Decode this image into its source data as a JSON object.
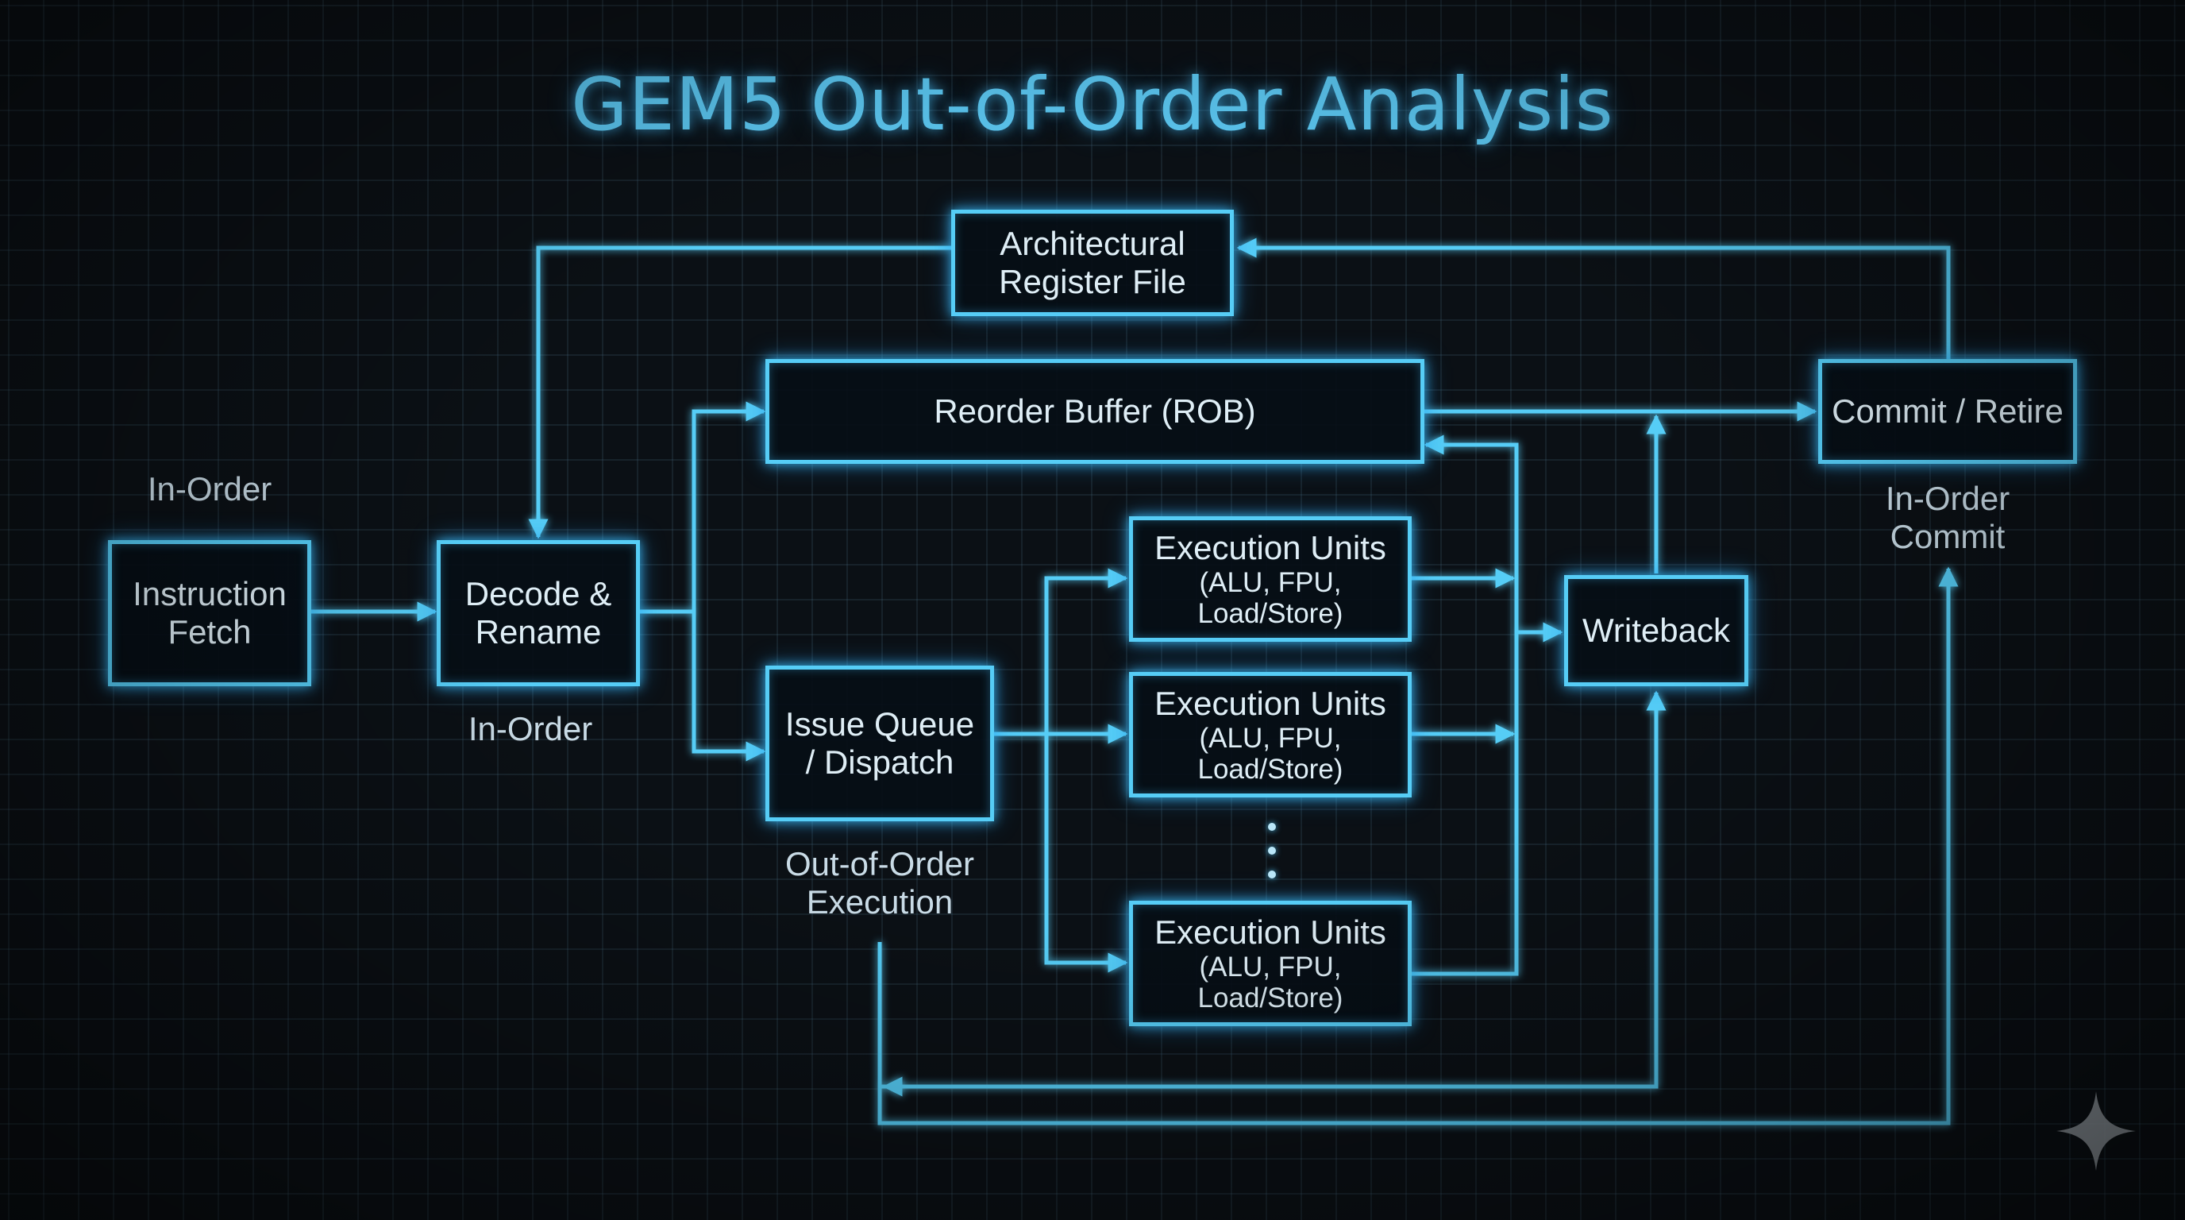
{
  "title": "GEM5 Out-of-Order Analysis",
  "colors": {
    "background": "#0b1015",
    "accent": "#56cdf6",
    "title": "#5cc8f2",
    "box_text": "#dfeef6",
    "label_text": "#c9dbe6"
  },
  "nodes": {
    "arch_reg_file": {
      "line1": "Architectural",
      "line2": "Register File"
    },
    "rob": {
      "line1": "Reorder Buffer (ROB)"
    },
    "commit": {
      "line1": "Commit / Retire"
    },
    "fetch": {
      "line1": "Instruction",
      "line2": "Fetch"
    },
    "decode": {
      "line1": "Decode &",
      "line2": "Rename"
    },
    "issue": {
      "line1": "Issue Queue",
      "line2": "/ Dispatch"
    },
    "exec1": {
      "line1": "Execution Units",
      "sub1": "(ALU, FPU,",
      "sub2": "Load/Store)"
    },
    "exec2": {
      "line1": "Execution Units",
      "sub1": "(ALU, FPU,",
      "sub2": "Load/Store)"
    },
    "exec3": {
      "line1": "Execution Units",
      "sub1": "(ALU, FPU,",
      "sub2": "Load/Store)"
    },
    "writeback": {
      "line1": "Writeback"
    }
  },
  "labels": {
    "fetch_mode": "In-Order",
    "decode_mode": "In-Order",
    "issue_mode_1": "Out-of-Order",
    "issue_mode_2": "Execution",
    "commit_mode_1": "In-Order",
    "commit_mode_2": "Commit"
  },
  "icons": {
    "ellipsis": "vertical-ellipsis-icon",
    "watermark": "sparkle-icon"
  }
}
